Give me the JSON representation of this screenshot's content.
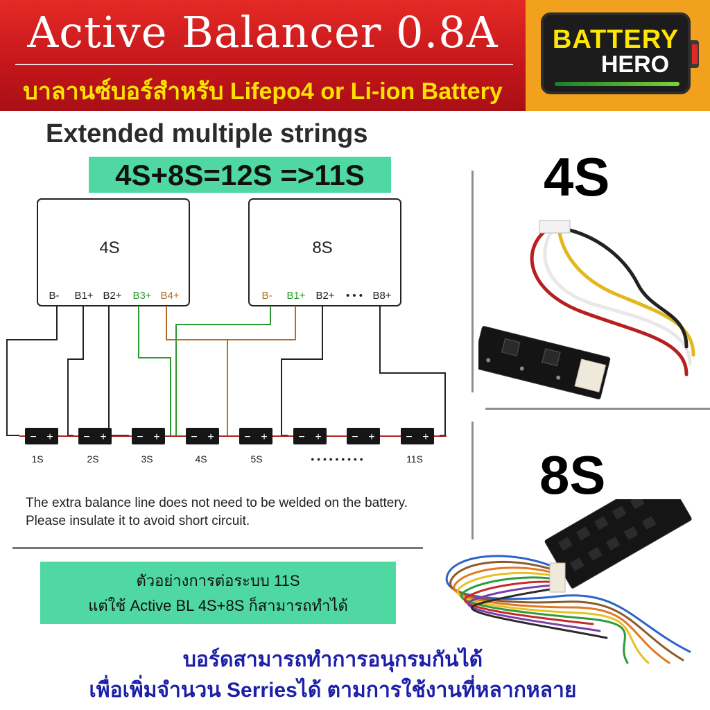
{
  "banner": {
    "title": "Active Balancer 0.8A",
    "subtitle": "บาลานซ์บอร์สำหรับ Lifepo4 or Li-ion Battery"
  },
  "logo": {
    "line1": "BATTERY",
    "line2": "HERO"
  },
  "diagram": {
    "heading": "Extended multiple strings",
    "equation": "4S+8S=12S =>11S",
    "board_4s": {
      "label": "4S",
      "pins": [
        "B-",
        "B1+",
        "B2+",
        "B3+",
        "B4+"
      ]
    },
    "board_8s": {
      "label": "8S",
      "pins": [
        "B-",
        "B1+",
        "B2+",
        "• • •",
        "B8+"
      ]
    },
    "cells": [
      "1S",
      "2S",
      "3S",
      "4S",
      "5S",
      "• • • • • • • • •",
      "11S"
    ],
    "cell_minus": "−",
    "cell_plus": "+",
    "note": "The extra balance line does not need to be welded on the battery. Please insulate it to avoid short circuit.",
    "colors": {
      "green_wire": "#2c9a2c",
      "brown_wire": "#b0702a",
      "bus": "#b22222"
    }
  },
  "products": {
    "label_4s": "4S",
    "label_8s": "8S"
  },
  "thai_box": {
    "line1": "ตัวอย่างการต่อระบบ 11S",
    "line2": "แต่ใช้ Active  BL 4S+8S ก็สามารถทำได้"
  },
  "footer": {
    "line1": "บอร์ดสามารถทำการอนุกรมกันได้",
    "line2": "เพื่อเพิ่มจำนวน Serriesได้ ตามการใช้งานที่หลากหลาย"
  }
}
